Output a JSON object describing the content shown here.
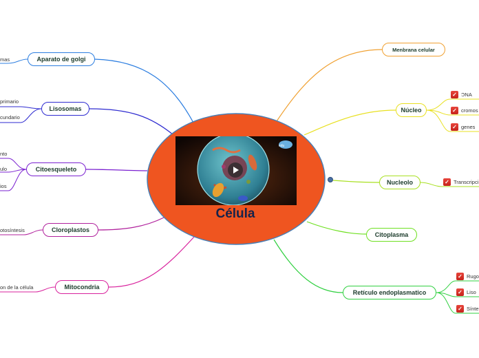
{
  "center": {
    "title": "Célula"
  },
  "left_nodes": {
    "aparato": {
      "label": "Aparato de golgi",
      "color": "#2b7de0"
    },
    "lisosomas": {
      "label": "Lisosomas",
      "color": "#2d2ad0"
    },
    "citoesqueleto": {
      "label": "Citoesqueleto",
      "color": "#7a20d0"
    },
    "cloroplastos": {
      "label": "Cloroplastos",
      "color": "#b0209c"
    },
    "mitocondria": {
      "label": "Mitocondria",
      "color": "#d8209c"
    }
  },
  "left_leaves": {
    "aparato_1": "mas",
    "lisosomas_1": "primario",
    "lisosomas_2": "cundario",
    "cito_1": "nto",
    "cito_2": "ulo",
    "cito_3": "ios",
    "cloro_1": "otosíntesis",
    "mito_1": "on de la célula"
  },
  "right_nodes": {
    "membrana": {
      "label": "Menbrana celular",
      "color": "#f0a030"
    },
    "nucleo": {
      "label": "Núcleo",
      "color": "#e8e020"
    },
    "nucleolo": {
      "label": "Nucleolo",
      "color": "#a8e020"
    },
    "citoplasma": {
      "label": "Citoplasma",
      "color": "#6ee020"
    },
    "reticulo": {
      "label": "Retículo endoplasmatico",
      "color": "#30d040"
    }
  },
  "right_leaves": {
    "nucleo_1": "ƆNA",
    "nucleo_2": "cromos",
    "nucleo_3": "genes",
    "nucleolo_1": "Transcripci",
    "reticulo_1": "Rugos",
    "reticulo_2": "Liso",
    "reticulo_3": "Sínte"
  },
  "icons": [
    "check-icon",
    "play-icon",
    "wordpress-icon"
  ]
}
